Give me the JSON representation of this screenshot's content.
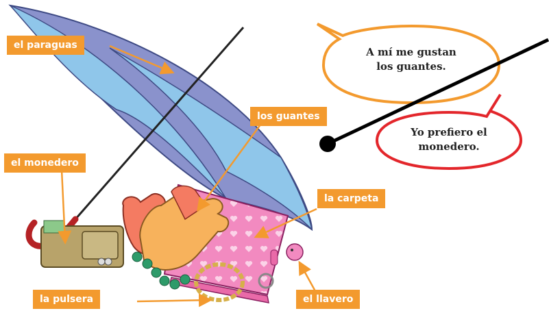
{
  "labels": {
    "paraguas": "el paraguas",
    "guantes": "los guantes",
    "monedero": "el monedero",
    "carpeta": "la carpeta",
    "pulsera": "la pulsera",
    "llavero": "el llavero"
  },
  "bubbles": {
    "orange": {
      "line1": "A mí me gustan",
      "line2": "los guantes."
    },
    "red": {
      "line1": "Yo prefiero el",
      "line2": "monedero."
    }
  },
  "colors": {
    "label_bg": "#f39a2e",
    "label_arrow": "#f39a2e",
    "bubble_orange_border": "#f39a2e",
    "bubble_red_border": "#e3262b",
    "umbrella_light": "#8fc6ea",
    "umbrella_dark": "#8a92cc",
    "glove": "#f47b62",
    "wallet": "#b8a36a",
    "folder": "#f28ac0"
  }
}
